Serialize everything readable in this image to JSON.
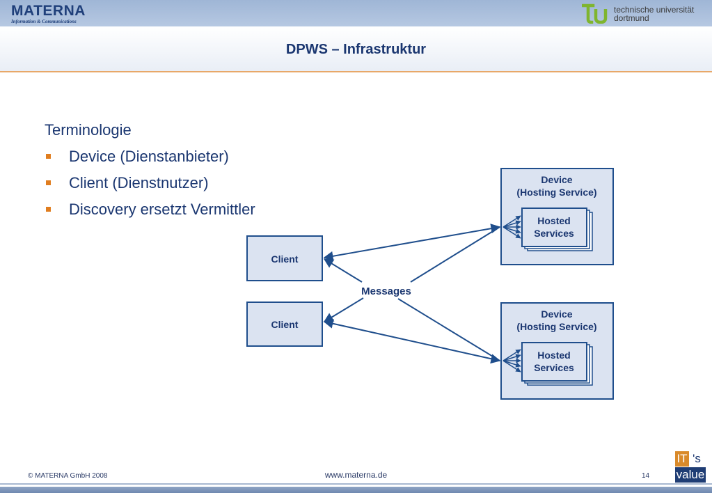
{
  "header": {
    "logo_left_big": "MATERNA",
    "logo_left_small": "Information & Communications",
    "logo_right_line1": "technische universität",
    "logo_right_line2": "dortmund"
  },
  "slide": {
    "title": "DPWS – Infrastruktur",
    "heading": "Terminologie",
    "bullets": [
      "Device (Dienstanbieter)",
      "Client (Dienstnutzer)",
      "Discovery ersetzt Vermittler"
    ]
  },
  "diagram": {
    "device_top_line1": "Device",
    "device_top_line2": "(Hosting Service)",
    "hosted_top_line1": "Hosted",
    "hosted_top_line2": "Services",
    "device_bottom_line1": "Device",
    "device_bottom_line2": "(Hosting Service)",
    "hosted_bottom_line1": "Hosted",
    "hosted_bottom_line2": "Services",
    "client_top": "Client",
    "client_bottom": "Client",
    "messages": "Messages"
  },
  "footer": {
    "copyright": "© MATERNA GmbH 2008",
    "url": "www.materna.de",
    "page_number": "14",
    "badge_it": "IT",
    "badge_s": "'s",
    "badge_value": "value"
  },
  "colors": {
    "title_blue": "#1a3670",
    "box_fill": "#dbe3f1",
    "line_blue": "#1f4e8c",
    "bullet_orange": "#e07d1f"
  }
}
